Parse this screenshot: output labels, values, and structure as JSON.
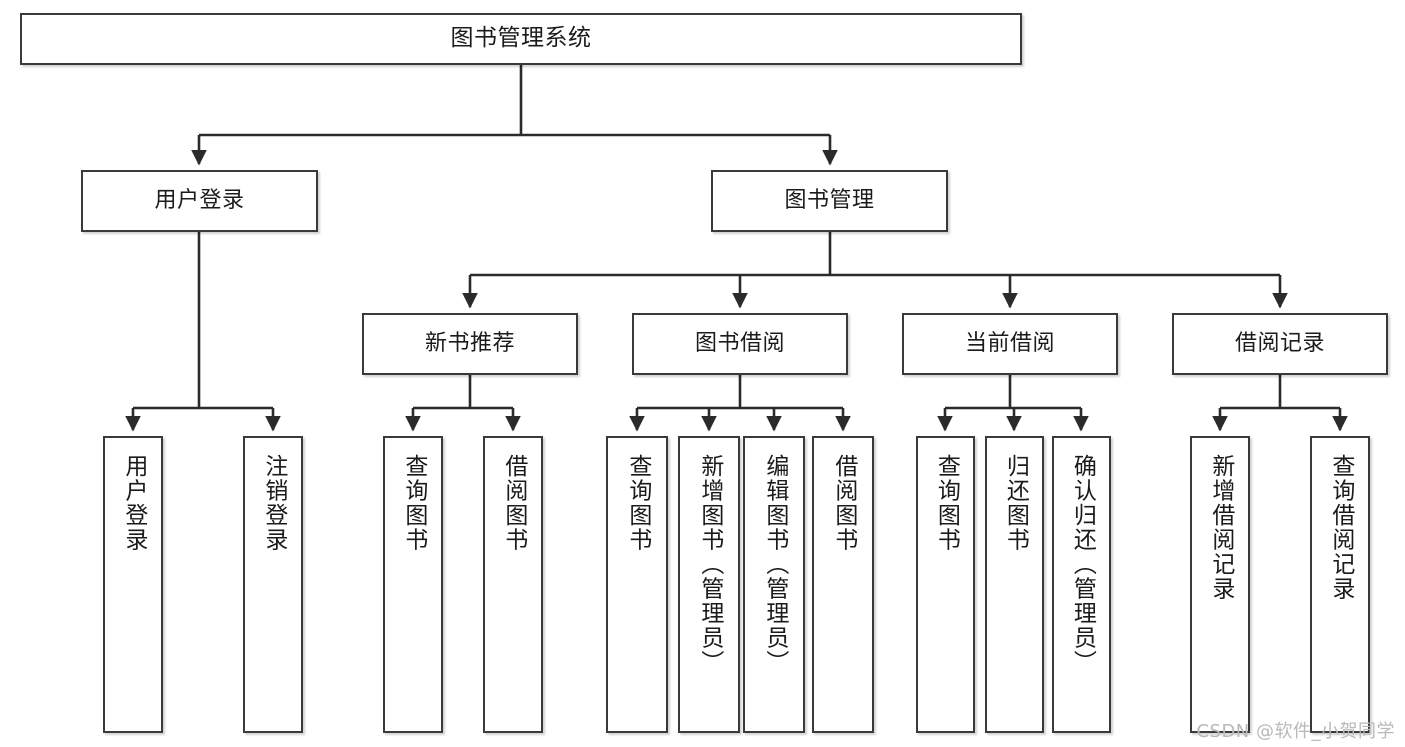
{
  "diagram": {
    "title": "图书管理系统",
    "type": "functional-structure-tree",
    "watermark": "CSDN @软件_小贺同学",
    "colors": {
      "node_border": "#3a3a3a",
      "node_fill": "#ffffff",
      "edge": "#2b2b2b",
      "watermark": "#b9b9b9",
      "background": "#ffffff"
    },
    "nodes": {
      "root": {
        "label": "图书管理系统"
      },
      "level2": [
        {
          "label": "用户登录"
        },
        {
          "label": "图书管理"
        }
      ],
      "level3": [
        {
          "label": "新书推荐"
        },
        {
          "label": "图书借阅"
        },
        {
          "label": "当前借阅"
        },
        {
          "label": "借阅记录"
        }
      ],
      "leaves": {
        "user_login": [
          {
            "label": "用户登录"
          },
          {
            "label": "注销登录"
          }
        ],
        "new_book_recommend": [
          {
            "label": "查询图书"
          },
          {
            "label": "借阅图书"
          }
        ],
        "book_borrow": [
          {
            "label": "查询图书"
          },
          {
            "label": "新增图书（管理员）"
          },
          {
            "label": "编辑图书（管理员）"
          },
          {
            "label": "借阅图书"
          }
        ],
        "current_borrow": [
          {
            "label": "查询图书"
          },
          {
            "label": "归还图书"
          },
          {
            "label": "确认归还（管理员）"
          }
        ],
        "borrow_record": [
          {
            "label": "新增借阅记录"
          },
          {
            "label": "查询借阅记录"
          }
        ]
      }
    }
  }
}
